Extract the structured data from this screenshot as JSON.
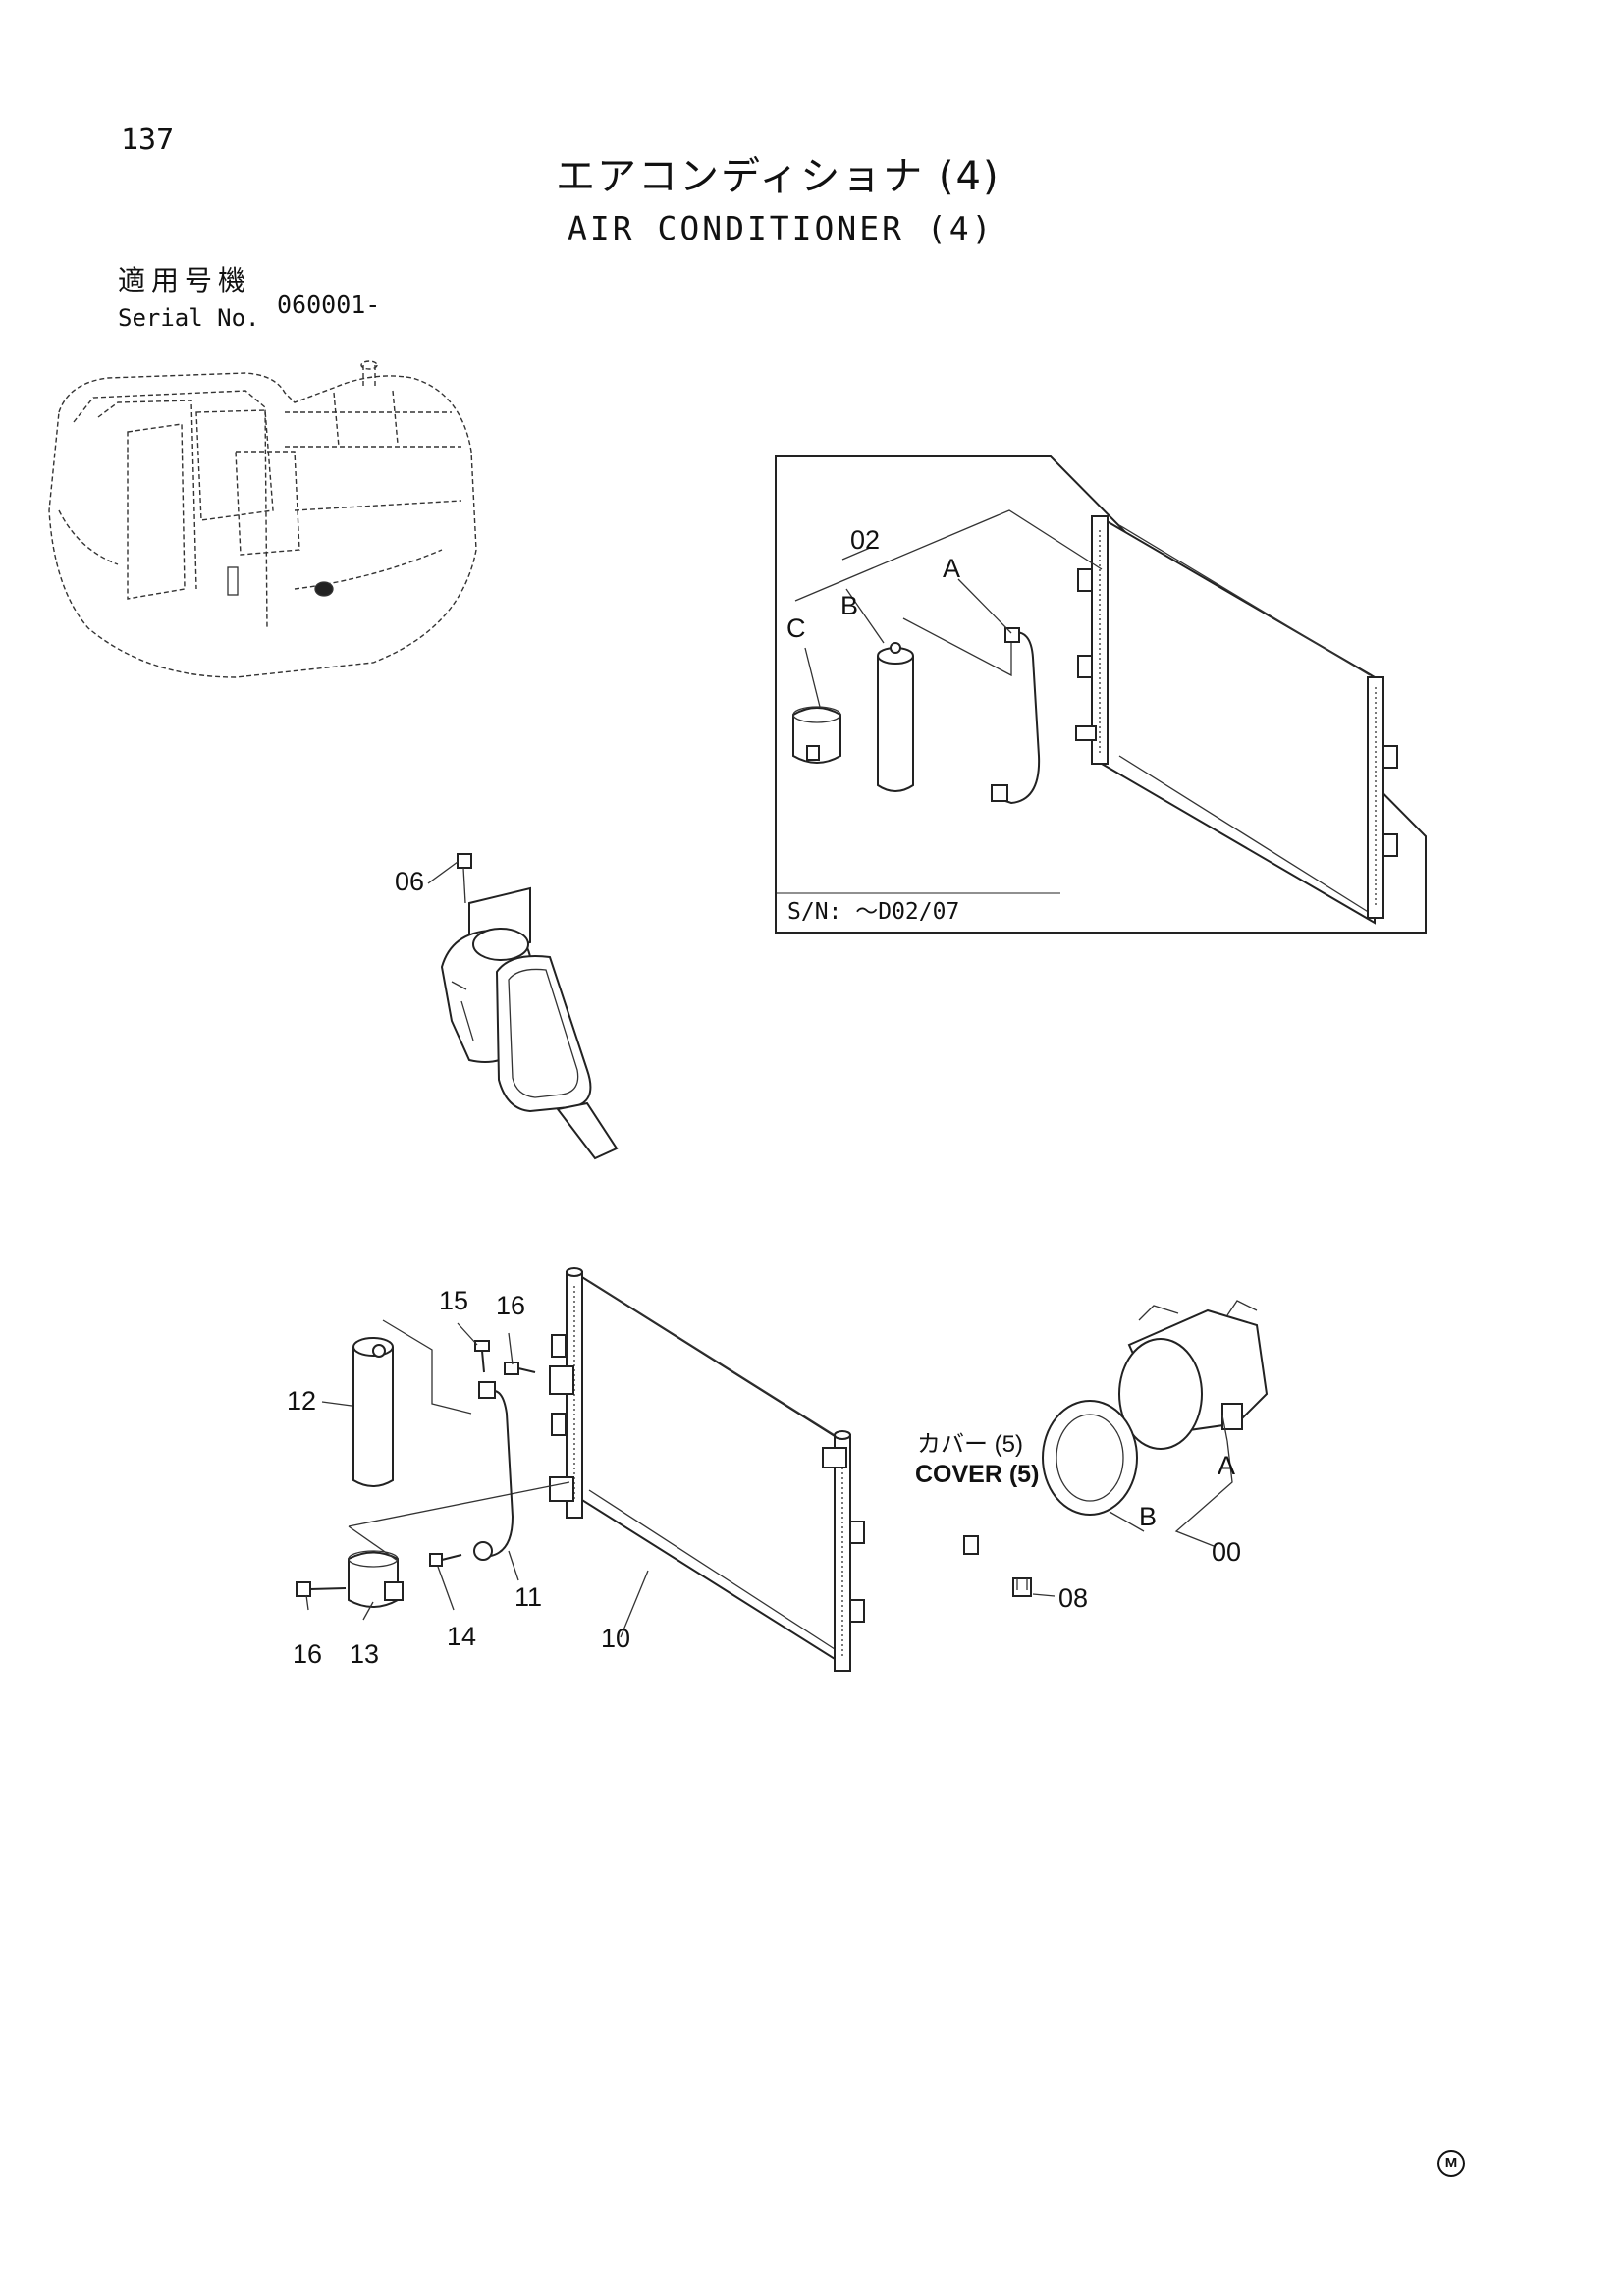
{
  "page_number": "137",
  "title_jp": "エアコンディショナ (4)",
  "title_en": "AIR CONDITIONER (4)",
  "serial_label_jp": "適用号機",
  "serial_label_en": "Serial No.",
  "serial_value": "060001-",
  "inset_note": "S/N: ～D02/07",
  "cover_label_jp": "カバー (5)",
  "cover_label_en": "COVER (5)",
  "mark": "M",
  "callouts": {
    "inset_02": "02",
    "inset_a": "A",
    "inset_b": "B",
    "inset_c": "C",
    "p06": "06",
    "p15": "15",
    "p16_top": "16",
    "p12": "12",
    "p16_bottom": "16",
    "p13": "13",
    "p14": "14",
    "p11": "11",
    "p10": "10",
    "p08": "08",
    "p00": "00",
    "comp_a": "A",
    "comp_b": "B"
  }
}
